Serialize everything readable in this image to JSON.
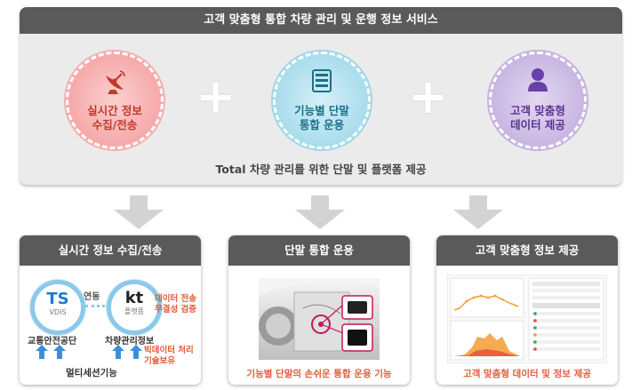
{
  "top": {
    "title": "고객 맞춤형 통합 차량 관리 및 운행 정보 서비스",
    "circles": [
      {
        "line1": "실시간 정보",
        "line2": "수집/전송",
        "color": "#e94b4b",
        "icon": "satellite-dish-icon"
      },
      {
        "line1": "기능별 단말",
        "line2": "통합 운용",
        "color": "#1d8fb0",
        "icon": "device-rack-icon"
      },
      {
        "line1": "고객 맞춤형",
        "line2": "데이터 제공",
        "color": "#7b4fb5",
        "icon": "person-icon"
      }
    ],
    "plus": "+",
    "caption": "Total 차량 관리를 위한 단말 및 플랫폼 제공"
  },
  "panels": [
    {
      "title": "실시간 정보 수집/전송",
      "ts_logo": "TS",
      "ts_sub": "VDIS",
      "link": "연동",
      "kt_logo": "kt",
      "kt_sub": "플랫폼",
      "kt_note1": "데이터 전송",
      "kt_note2": "무결성 검증",
      "ts_org": "교통안전공단",
      "kt_org": "차량관리정보",
      "bigdata1": "빅데이터 처리",
      "bigdata2": "기술보유",
      "footer": "멀티세션기능"
    },
    {
      "title": "단말 통합 운용",
      "caption": "기능별 단말의 손쉬운 통합 운용 기능"
    },
    {
      "title": "고객 맞춤형 정보 제공",
      "caption": "고객 맞춤형 데이터 및 정보 제공"
    }
  ],
  "colors": {
    "header": "#5a5a5a",
    "accent_red": "#e35a3a",
    "arrow_blue": "#3a8fd8"
  }
}
